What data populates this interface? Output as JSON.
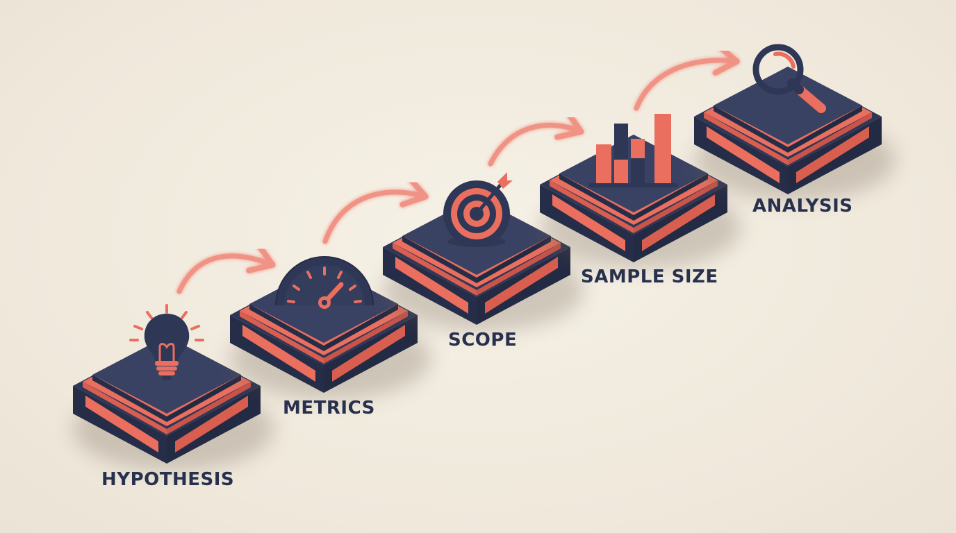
{
  "colors": {
    "background": "#f1ebdf",
    "navy": "#2f3756",
    "navy_dark": "#262d48",
    "coral": "#ea6f5f",
    "coral_light": "#f39a8c",
    "label": "#27304d"
  },
  "steps": [
    {
      "label": "HYPOTHESIS",
      "icon": "lightbulb-icon"
    },
    {
      "label": "METRICS",
      "icon": "gauge-icon"
    },
    {
      "label": "SCOPE",
      "icon": "target-icon"
    },
    {
      "label": "SAMPLE SIZE",
      "icon": "bar-chart-icon"
    },
    {
      "label": "ANALYSIS",
      "icon": "magnifier-icon"
    }
  ]
}
